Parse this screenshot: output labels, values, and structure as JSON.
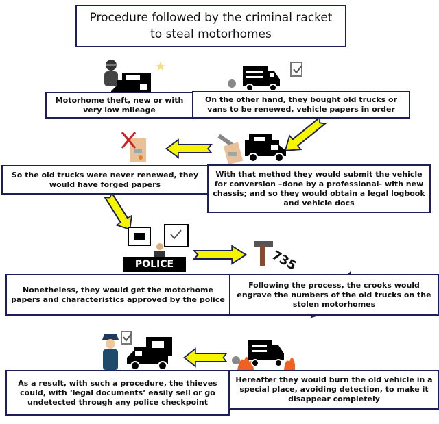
{
  "title": "Procedure followed by the criminal racket to steal motorhomes",
  "steps": [
    {
      "text": "Motorhome theft, new or with very low mileage",
      "icon": "thief-motorhome-icon"
    },
    {
      "text": "On the other hand, they bought old trucks or vans to be renewed, vehicle papers in order",
      "icon": "truck-document-icon"
    },
    {
      "text": "With that method they would submit the vehicle for conversion –done by a professional- with new chassis; and so they would obtain a legal logbook and vehicle docs",
      "icon": "wrench-certificate-motorhome-icon"
    },
    {
      "text": "So the old trucks were never renewed, they would have forged papers",
      "icon": "rejected-certificate-icon"
    },
    {
      "text": "Nonetheless, they would get the motorhome papers and characteristics approved by the police",
      "icon": "police-desk-icon"
    },
    {
      "text": "Following the process, the crooks would engrave  the numbers of the old trucks on the stolen motorhomes",
      "icon": "hammer-engrave-icon"
    },
    {
      "text": "Hereafter they would burn the old vehicle in a special place, avoiding detection, to make it disappear completely",
      "icon": "burning-truck-icon"
    },
    {
      "text": "As a result, with such a procedure, the thieves could, with ‘legal documents’ easily sell or go undetected through any police checkpoint",
      "icon": "policeman-motorhome-icon"
    }
  ],
  "police_label": "POLICE",
  "engraved_number": "735",
  "colors": {
    "arrow": "#f5f500",
    "border": "#1a1f5c",
    "icon": "#000000",
    "fire": "#f06020"
  }
}
